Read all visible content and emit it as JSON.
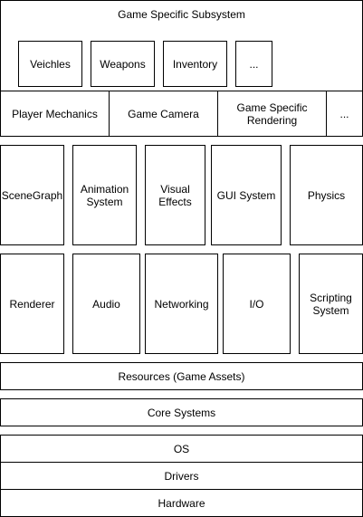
{
  "game_subsystem": {
    "title": "Game Specific Subsystem",
    "items": [
      "Veichles",
      "Weapons",
      "Inventory",
      "..."
    ]
  },
  "game_layer": [
    "Player Mechanics",
    "Game Camera",
    "Game Specific\nRendering",
    "..."
  ],
  "engine_layer": [
    "SceneGraph",
    "Animation\nSystem",
    "Visual\nEffects",
    "GUI System",
    "Physics"
  ],
  "low_layer": [
    "Renderer",
    "Audio",
    "Networking",
    "I/O",
    "Scripting\nSystem"
  ],
  "resources": "Resources (Game Assets)",
  "core": "Core Systems",
  "platform": [
    "OS",
    "Drivers",
    "Hardware"
  ]
}
